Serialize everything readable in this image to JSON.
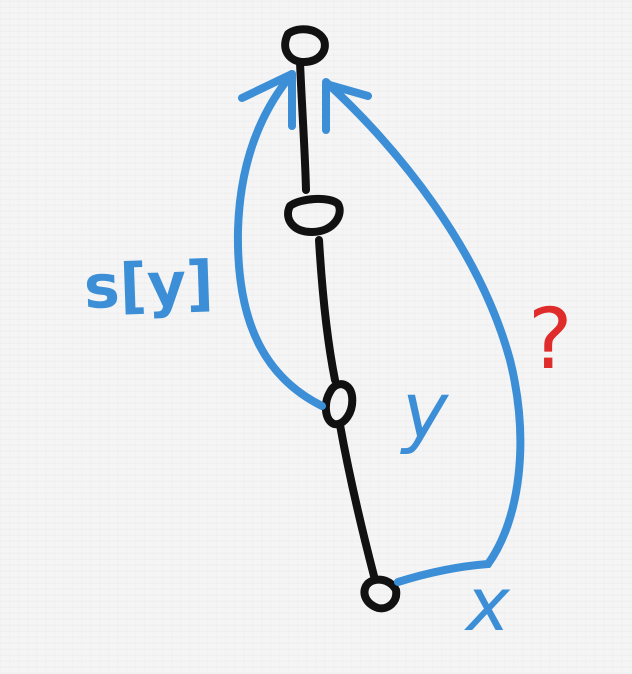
{
  "colors": {
    "tree": "#111111",
    "path": "#3c8fd6",
    "question": "#e02b2b",
    "background": "#f5f5f5"
  },
  "labels": {
    "left_label": "s[y]",
    "mid_label": "y",
    "bottom_label": "x",
    "question_mark": "?"
  }
}
